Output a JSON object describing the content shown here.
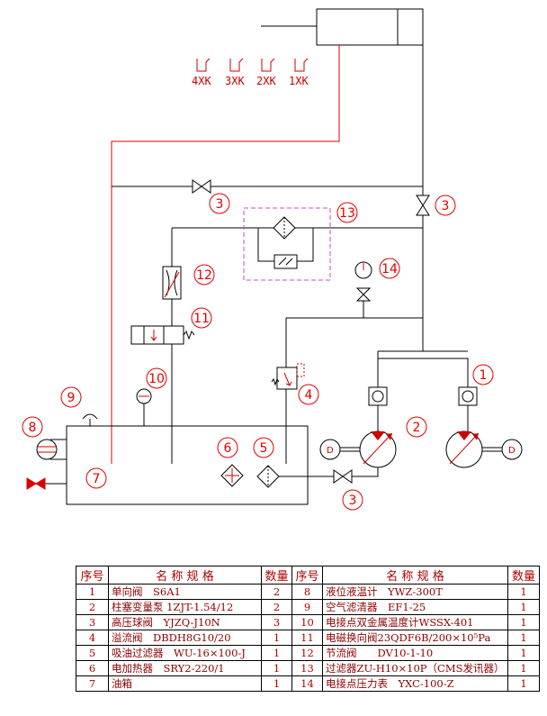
{
  "switches": [
    "4XK",
    "3XK",
    "2XK",
    "1XK"
  ],
  "callouts": {
    "n1": "1",
    "n2": "2",
    "n3a": "3",
    "n3b": "3",
    "n3c": "3",
    "n4": "4",
    "n5": "5",
    "n6": "6",
    "n7": "7",
    "n8": "8",
    "n9": "9",
    "n10": "10",
    "n11": "11",
    "n12": "12",
    "n13": "13",
    "n14": "14"
  },
  "bom": {
    "headers": [
      "序号",
      "名 称 规 格",
      "数量",
      "序号",
      "名 称 规 格",
      "数量"
    ],
    "rows": [
      [
        "1",
        "单向阀　S6A1",
        "2",
        "8",
        "液位液温计　YWZ-300T",
        "1"
      ],
      [
        "2",
        "柱塞变量泵 1ZJT-1.54/12",
        "2",
        "9",
        "空气滤清器　EF1-25",
        "1"
      ],
      [
        "3",
        "高压球阀　YJZQ-J10N",
        "3",
        "10",
        "电接点双金属温度计WSSX-401",
        "1"
      ],
      [
        "4",
        "溢流阀　DBDH8G10/20",
        "1",
        "11",
        "电磁换向阀23QDF6B/200×10⁵Pa",
        "1"
      ],
      [
        "5",
        "吸油过滤器　WU-16×100-J",
        "1",
        "12",
        "节流阀　　DV10-1-10",
        "1"
      ],
      [
        "6",
        "电加热器　SRY2-220/1",
        "1",
        "13",
        "过滤器ZU-H10×10P（CMS发讯器）",
        "1"
      ],
      [
        "7",
        "油箱",
        "1",
        "14",
        "电接点压力表　YXC-100-Z",
        "1"
      ]
    ]
  },
  "colors": {
    "line": "#000000",
    "accent": "#dd0000",
    "frame": "#cc44cc"
  }
}
